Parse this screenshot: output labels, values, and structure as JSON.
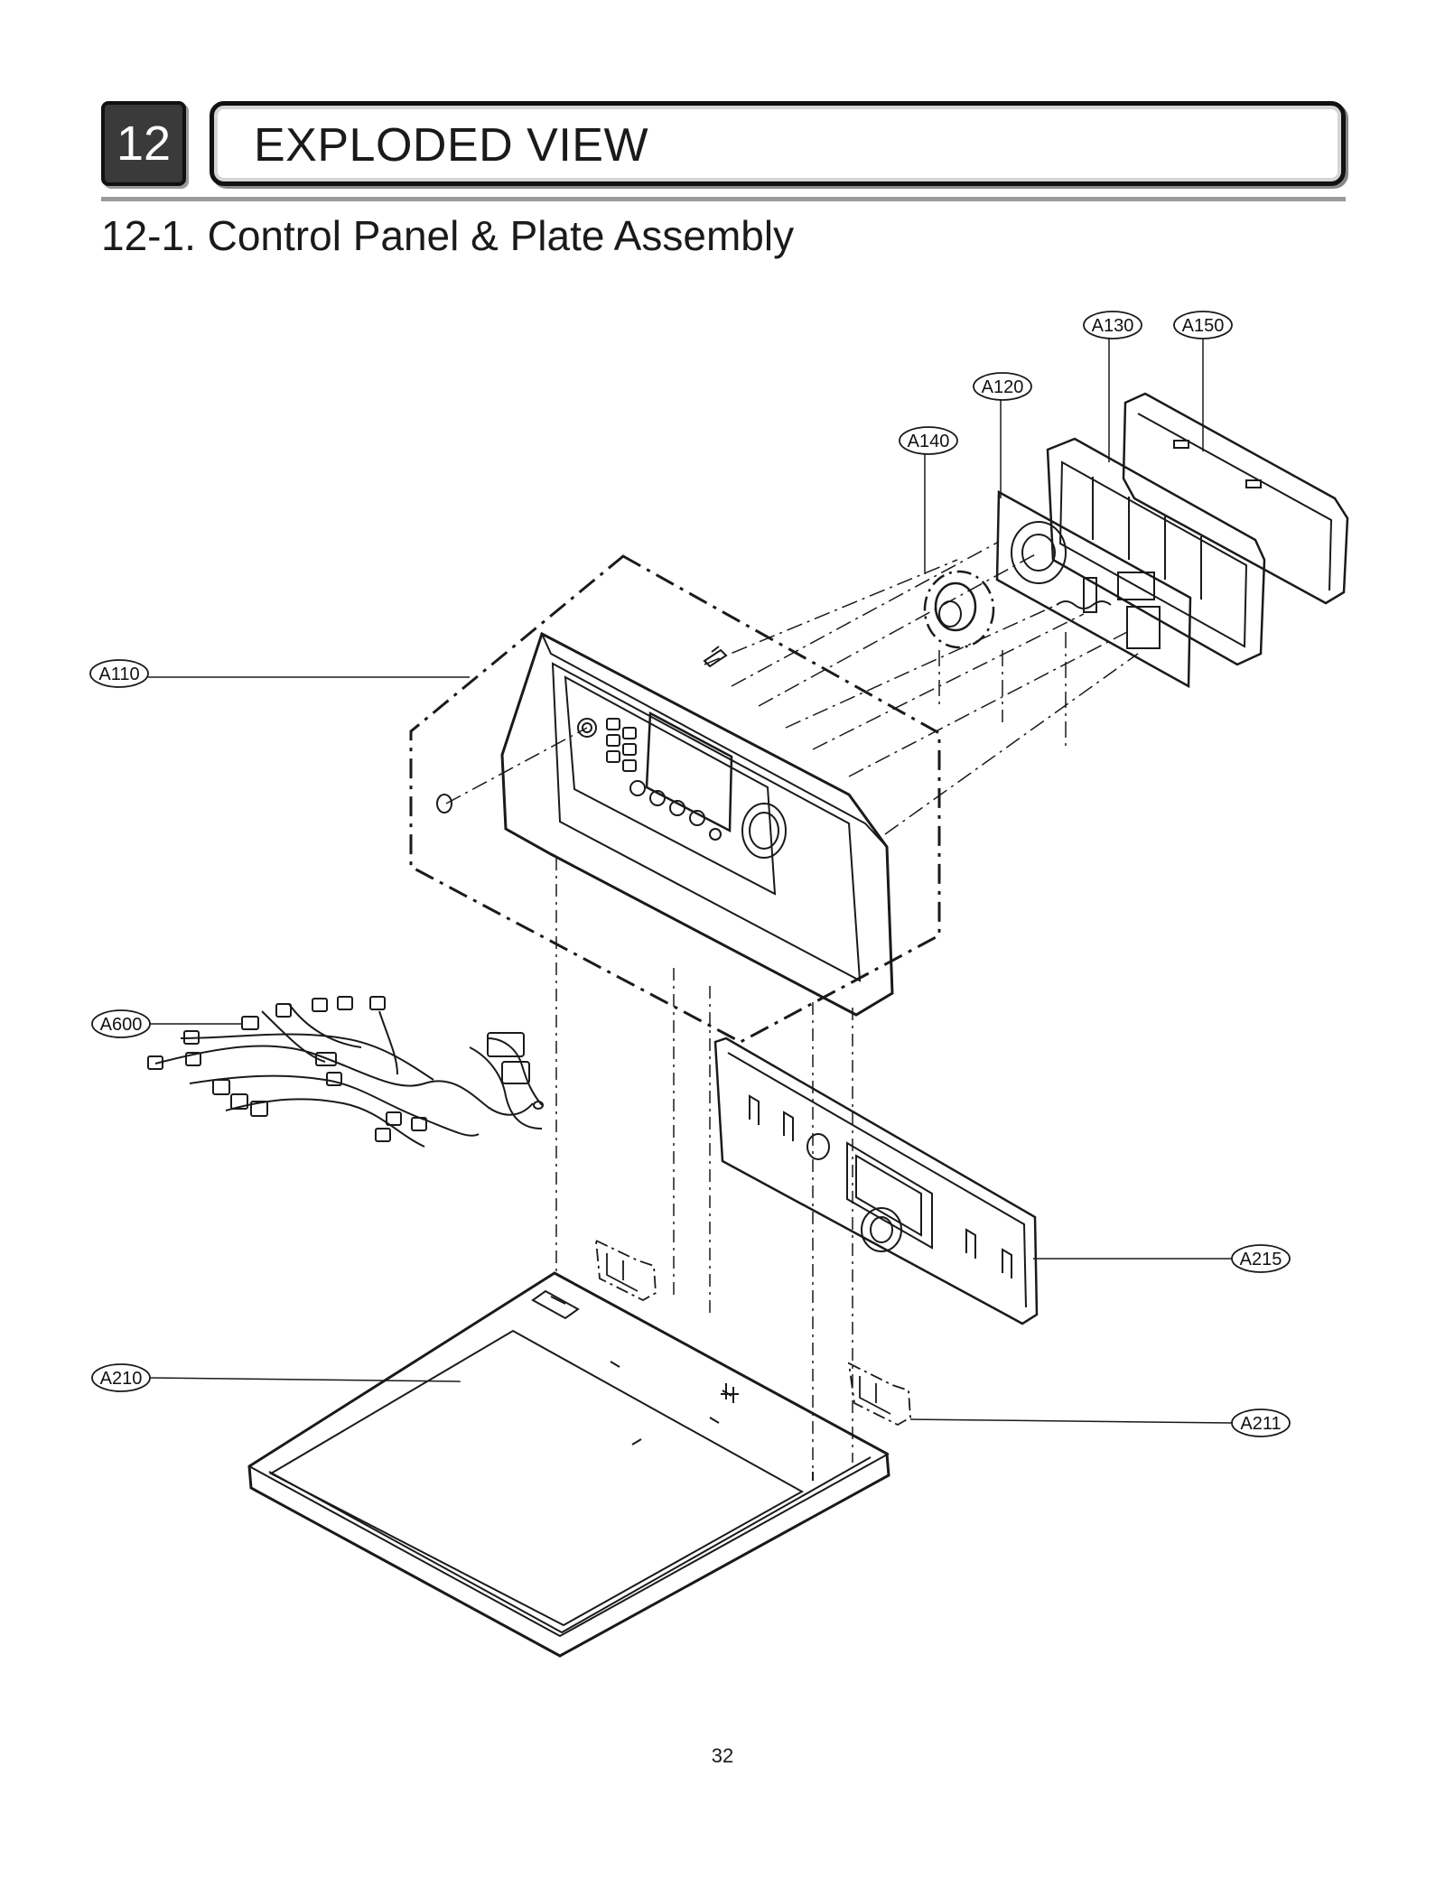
{
  "section": {
    "number": "12",
    "title": "EXPLODED VIEW"
  },
  "subtitle": "12-1. Control Panel & Plate Assembly",
  "callouts": [
    {
      "id": "a130",
      "label": "A130"
    },
    {
      "id": "a150",
      "label": "A150"
    },
    {
      "id": "a120",
      "label": "A120"
    },
    {
      "id": "a140",
      "label": "A140"
    },
    {
      "id": "a110",
      "label": "A110"
    },
    {
      "id": "a600",
      "label": "A600"
    },
    {
      "id": "a215",
      "label": "A215"
    },
    {
      "id": "a210",
      "label": "A210"
    },
    {
      "id": "a211",
      "label": "A211"
    }
  ],
  "page_number": "32"
}
